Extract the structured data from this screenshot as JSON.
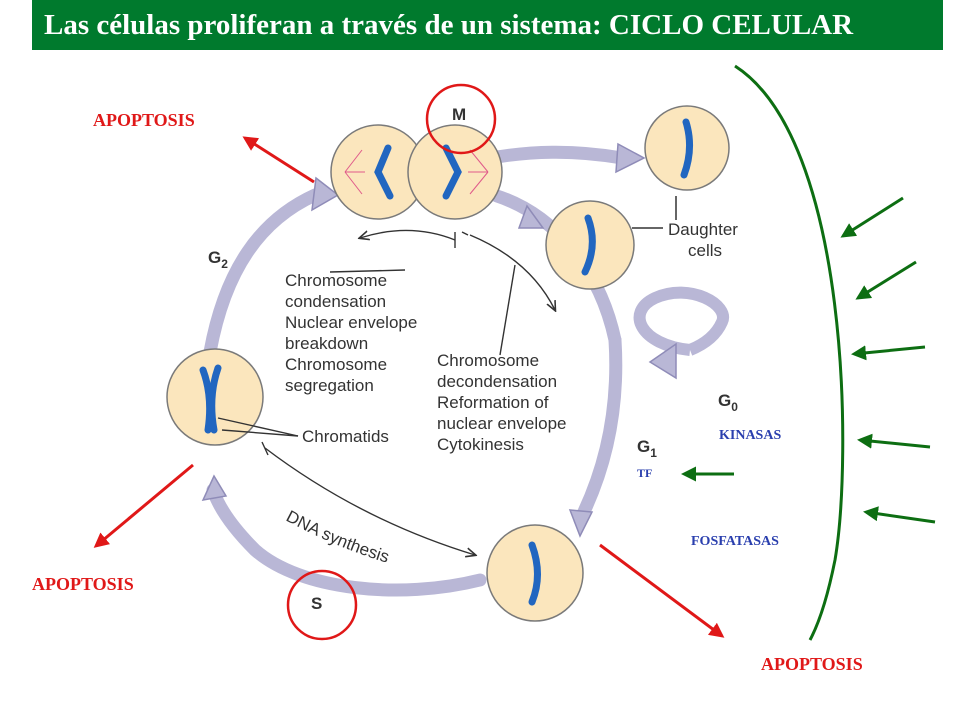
{
  "header": {
    "title": "Las células proliferan a través de un sistema: CICLO CELULAR"
  },
  "phases": {
    "m": "M",
    "g2": "G",
    "g2_sub": "2",
    "s": "S",
    "g1": "G",
    "g1_sub": "1",
    "g0": "G",
    "g0_sub": "0"
  },
  "mitosis_events": [
    "Chromosome",
    "condensation",
    "Nuclear envelope",
    "breakdown",
    "Chromosome",
    "segregation"
  ],
  "exit_events": [
    "Chromosome",
    "decondensation",
    "Reformation of",
    "nuclear envelope",
    "Cytokinesis"
  ],
  "labels": {
    "daughter_cells_1": "Daughter",
    "daughter_cells_2": "cells",
    "chromatids": "Chromatids",
    "dna_synthesis": "DNA synthesis"
  },
  "regulators": {
    "kinases": "KINASAS",
    "phosphatases": "FOSFATASAS",
    "tf": "TF"
  },
  "apoptosis": {
    "top_left": "APOPTOSIS",
    "bottom_left": "APOPTOSIS",
    "bottom_right": "APOPTOSIS"
  },
  "colors": {
    "title_bg": "#007a2d",
    "apoptosis": "#e01818",
    "regulator_text": "#2a3fae",
    "green_arrow": "#0d6e12",
    "cell_fill": "#fbe6bd",
    "chromosome": "#2166c0",
    "cycle_arrow": "#b9b7d6"
  }
}
